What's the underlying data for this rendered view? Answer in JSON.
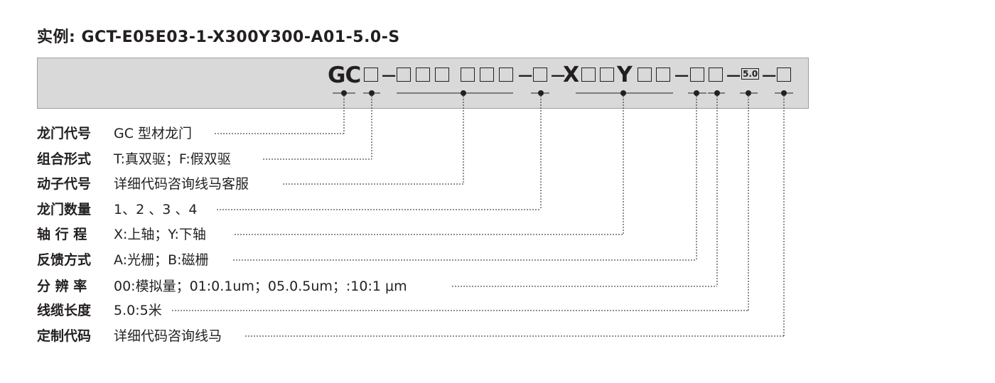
{
  "example_line": "实例: GCT-E05E03-1-X300Y300-A01-5.0-S",
  "code": {
    "prefix": "GC",
    "dash": "−",
    "x_letter": "X",
    "y_letter": "Y",
    "cable_value": "5.0"
  },
  "rows": [
    {
      "label": "龙门代号",
      "desc": "GC 型材龙门"
    },
    {
      "label": "组合形式",
      "desc": "T:真双驱；F:假双驱"
    },
    {
      "label": "动子代号",
      "desc": "详细代码咨询线马客服"
    },
    {
      "label": "龙门数量",
      "desc": "1、2 、3 、4"
    },
    {
      "label": "轴 行 程",
      "desc": "X:上轴；Y:下轴"
    },
    {
      "label": "反馈方式",
      "desc": "A:光栅；B:磁栅"
    },
    {
      "label": "分 辨 率",
      "desc": "00:模拟量；01:0.1um；05.0.5um；:10:1 μm"
    },
    {
      "label": "线缆长度",
      "desc": "5.0:5米"
    },
    {
      "label": "定制代码",
      "desc": "详细代码咨询线马"
    }
  ]
}
